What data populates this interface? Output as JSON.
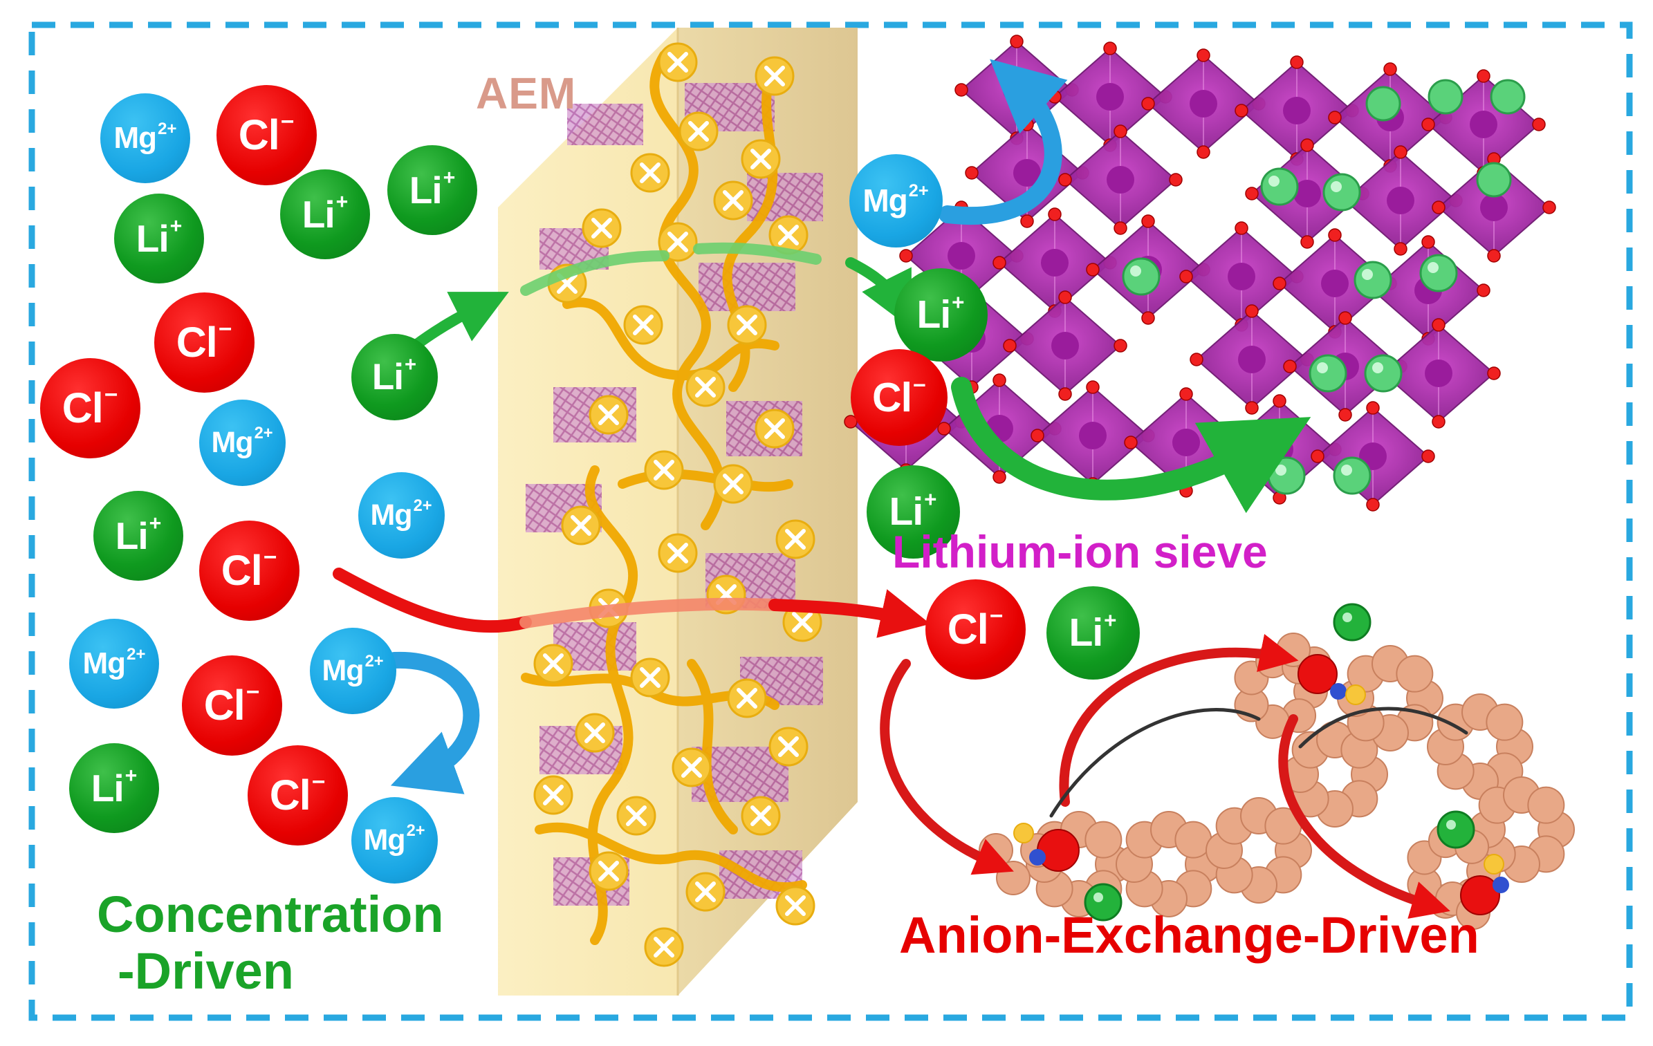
{
  "labels": {
    "aem": "AEM",
    "lithium_ion_sieve": "Lithium-ion sieve",
    "anion_exchange": "Anion-Exchange-Driven",
    "concentration_line1": "Concentration",
    "concentration_line2": "-Driven"
  },
  "ions": {
    "li": {
      "symbol": "Li",
      "charge": "+"
    },
    "cl": {
      "symbol": "Cl",
      "charge": "−"
    },
    "mg": {
      "symbol": "Mg",
      "charge": "2+"
    }
  },
  "colors": {
    "frame": "#29a8e0",
    "li": "#0f9a1f",
    "cl": "#e60000",
    "mg": "#19a6e4",
    "membrane": "#f7e6a8",
    "polymer": "#f0a800",
    "sieve": "#b02fb4",
    "chain": "#e8a887"
  }
}
